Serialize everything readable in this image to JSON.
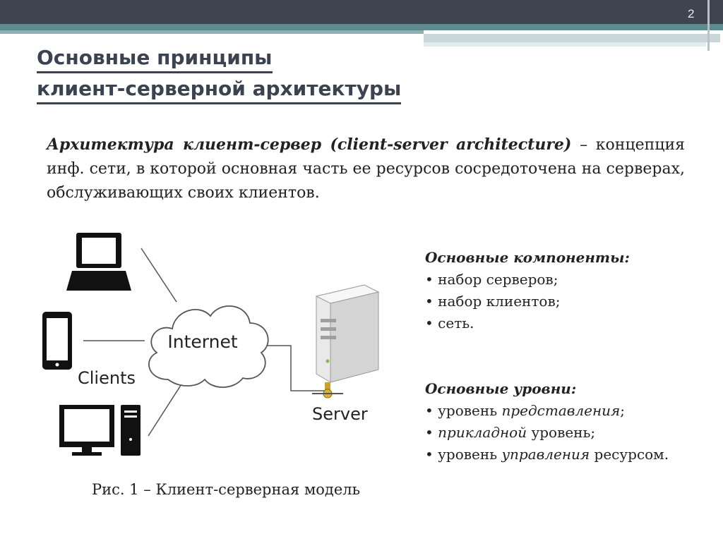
{
  "slide": {
    "number": "2"
  },
  "title": {
    "line1": "Основные принципы",
    "line2": "клиент-серверной архитектуры"
  },
  "definition": {
    "term": "Архитектура клиент-сервер (client-server architecture)",
    "text": " – концепция инф. сети, в которой основная часть ее ресурсов сосредоточена на серверах, обслуживающих своих клиентов."
  },
  "diagram": {
    "cloud_label": "Internet",
    "clients_label": "Clients",
    "server_label": "Server",
    "icons": [
      "laptop-icon",
      "smartphone-icon",
      "desktop-computer-icon",
      "cloud-icon",
      "server-tower-icon"
    ]
  },
  "caption": "Рис. 1 – Клиент-серверная модель",
  "components": {
    "heading": "Основные компоненты:",
    "items": [
      "набор серверов;",
      "набор клиентов;",
      "сеть."
    ]
  },
  "levels": {
    "heading": "Основные уровни:",
    "items": [
      {
        "pre": "уровень ",
        "em": "представления",
        "post": ";"
      },
      {
        "pre": "",
        "em": "прикладной",
        "post": " уровень;"
      },
      {
        "pre": "уровень ",
        "em": "управления",
        "post": " ресурсом."
      }
    ]
  },
  "colors": {
    "header": "#3e4551",
    "accent": "#5d8c8e",
    "title": "#3b4250"
  }
}
